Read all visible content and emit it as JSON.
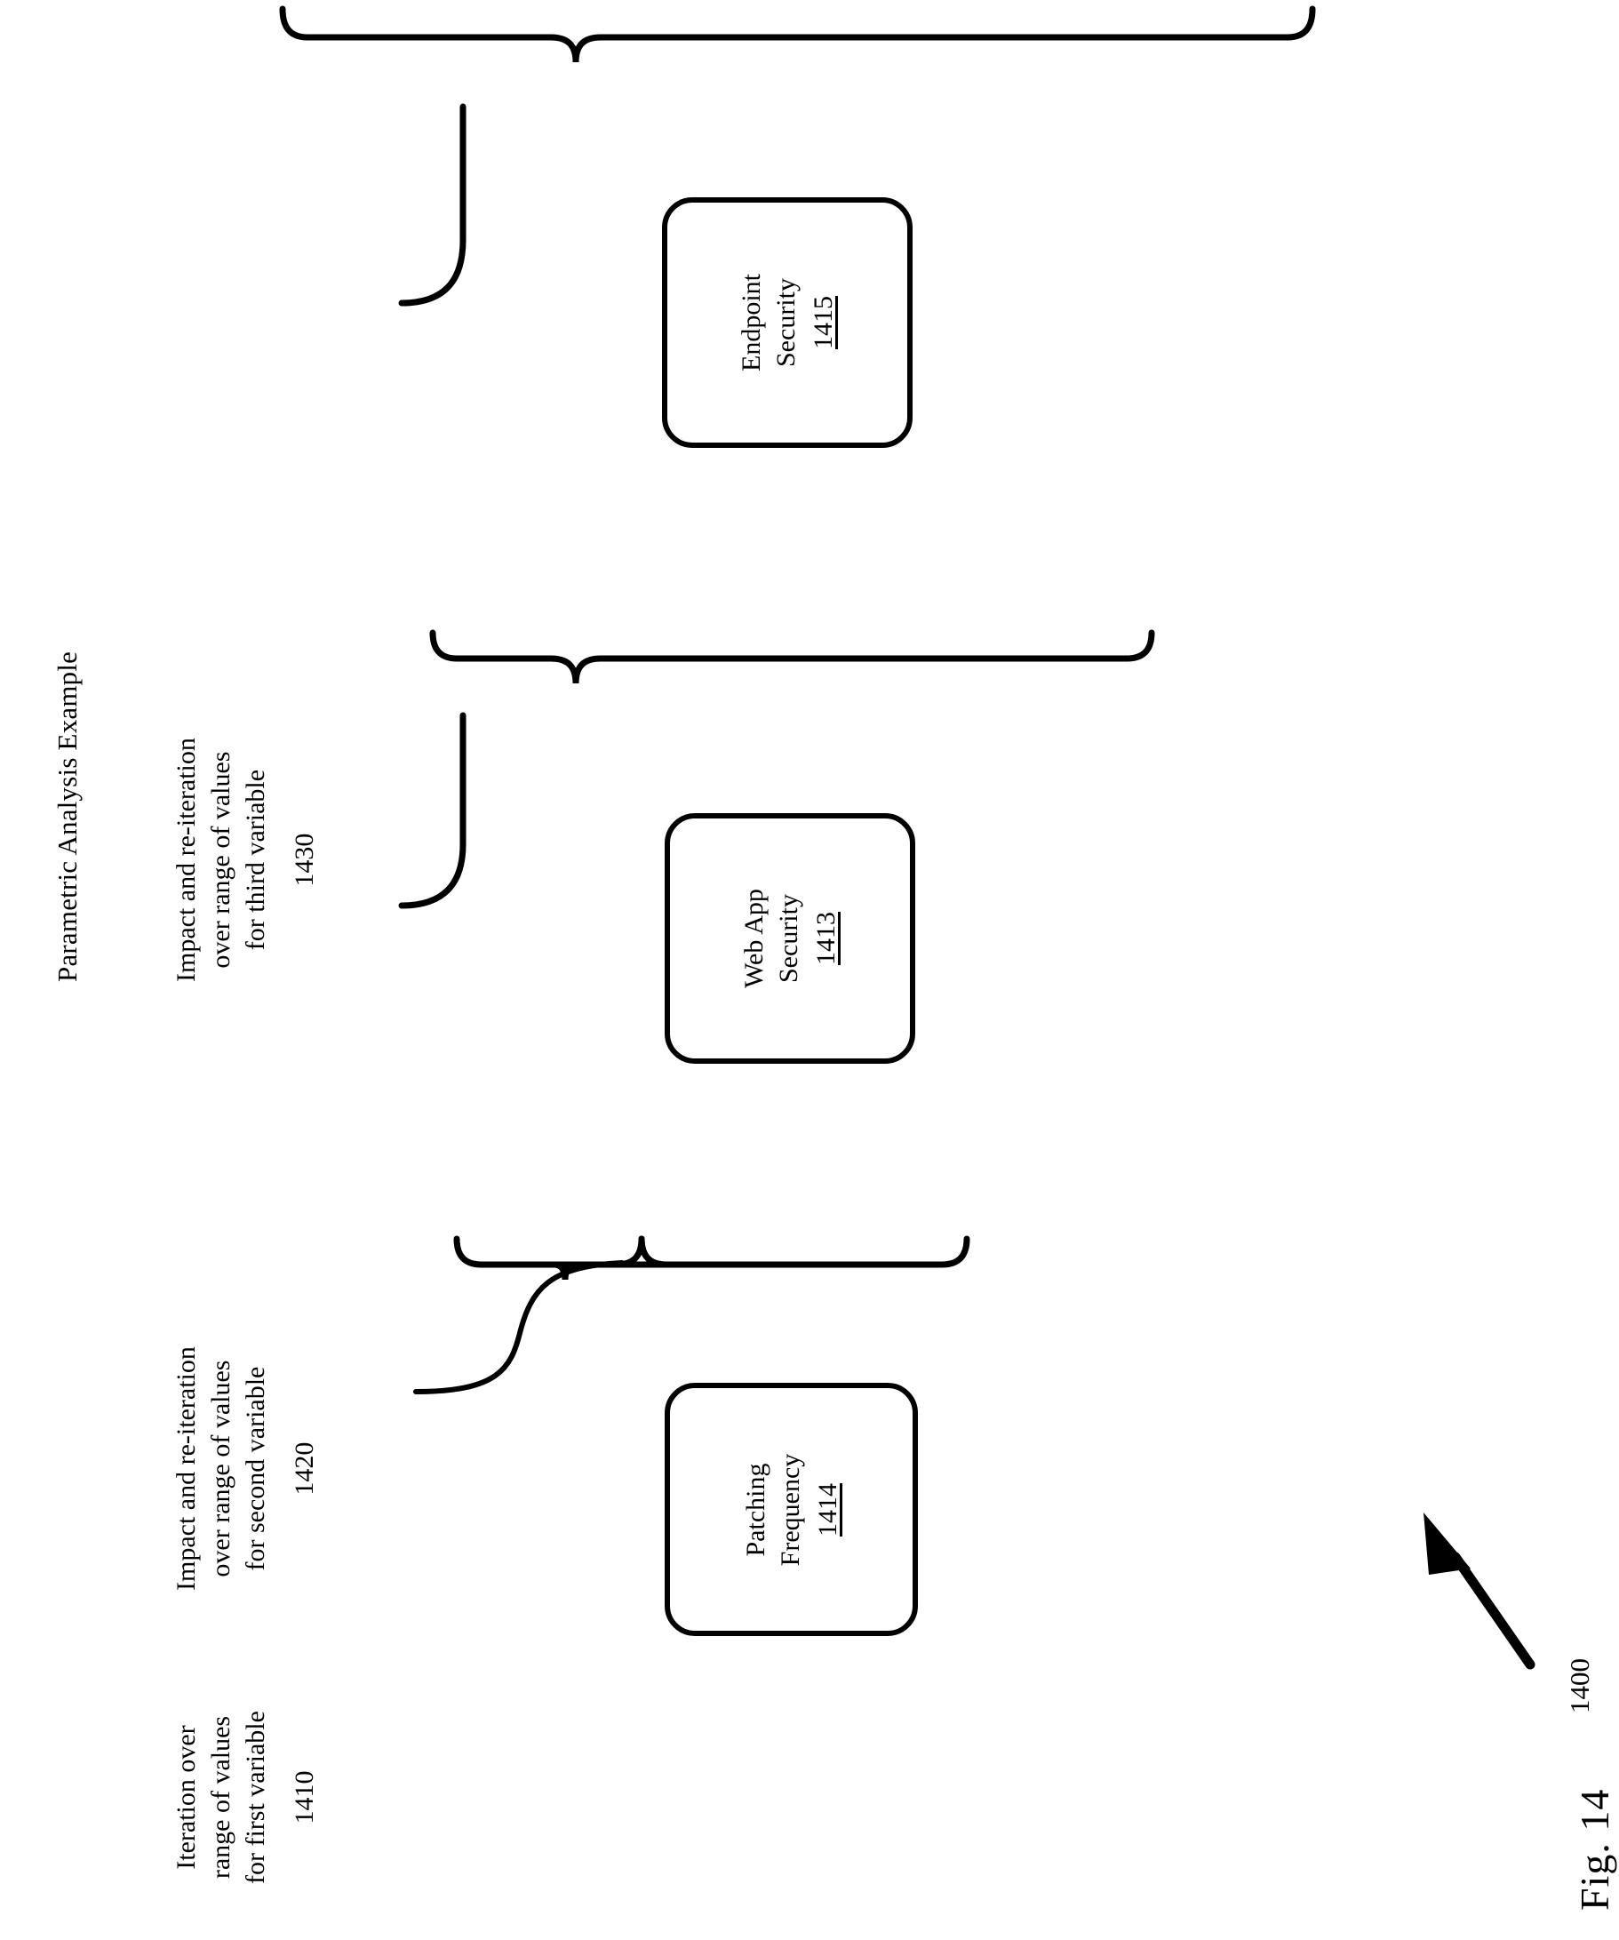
{
  "figure": {
    "title": "Parametric Analysis Example",
    "figure_label": "Fig. 14",
    "figure_refnum": "1400"
  },
  "groups": [
    {
      "caption_lines": [
        "Impact and re-iteration",
        "over range of values",
        "for third variable"
      ],
      "refnum": "1430",
      "node": {
        "lines": [
          "Endpoint",
          "Security"
        ],
        "refnum": "1415"
      }
    },
    {
      "caption_lines": [
        "Impact and re-iteration",
        "over range of values",
        "for second variable"
      ],
      "refnum": "1420",
      "node": {
        "lines": [
          "Web App",
          "Security"
        ],
        "refnum": "1413"
      }
    },
    {
      "caption_lines": [
        "Iteration over",
        "range of values",
        "for first variable"
      ],
      "refnum": "1410",
      "node": {
        "lines": [
          "Patching",
          "Frequency"
        ],
        "refnum": "1414"
      }
    }
  ],
  "colors": {
    "ink": "#000000",
    "paper": "#ffffff"
  }
}
